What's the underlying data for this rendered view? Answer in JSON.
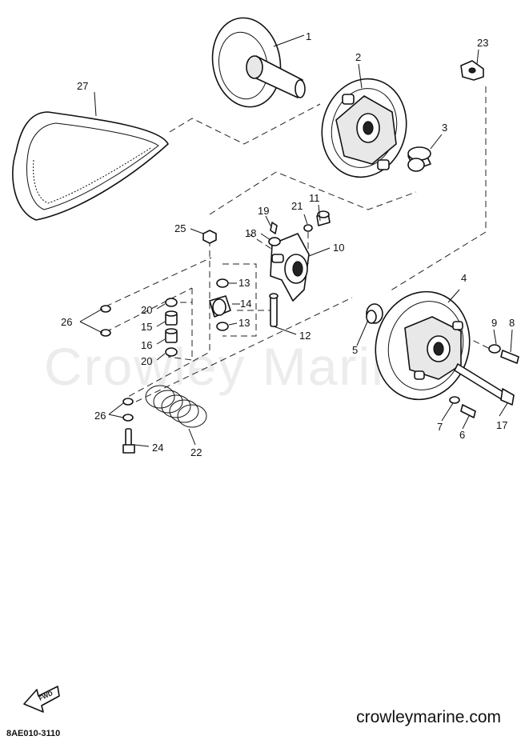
{
  "watermark": "Crowley Marine",
  "footer": {
    "site": "crowleymarine.com",
    "code": "8AE010-3110",
    "fwd_label": "FWD"
  },
  "callouts": {
    "c1": "1",
    "c2": "2",
    "c3": "3",
    "c4": "4",
    "c5": "5",
    "c6": "6",
    "c7": "7",
    "c8": "8",
    "c9": "9",
    "c10": "10",
    "c11": "11",
    "c12": "12",
    "c13a": "13",
    "c13b": "13",
    "c14": "14",
    "c15": "15",
    "c16": "16",
    "c17": "17",
    "c18": "18",
    "c19": "19",
    "c20a": "20",
    "c20b": "20",
    "c21": "21",
    "c22": "22",
    "c23": "23",
    "c24": "24",
    "c25": "25",
    "c26a": "26",
    "c26b": "26",
    "c27": "27"
  }
}
